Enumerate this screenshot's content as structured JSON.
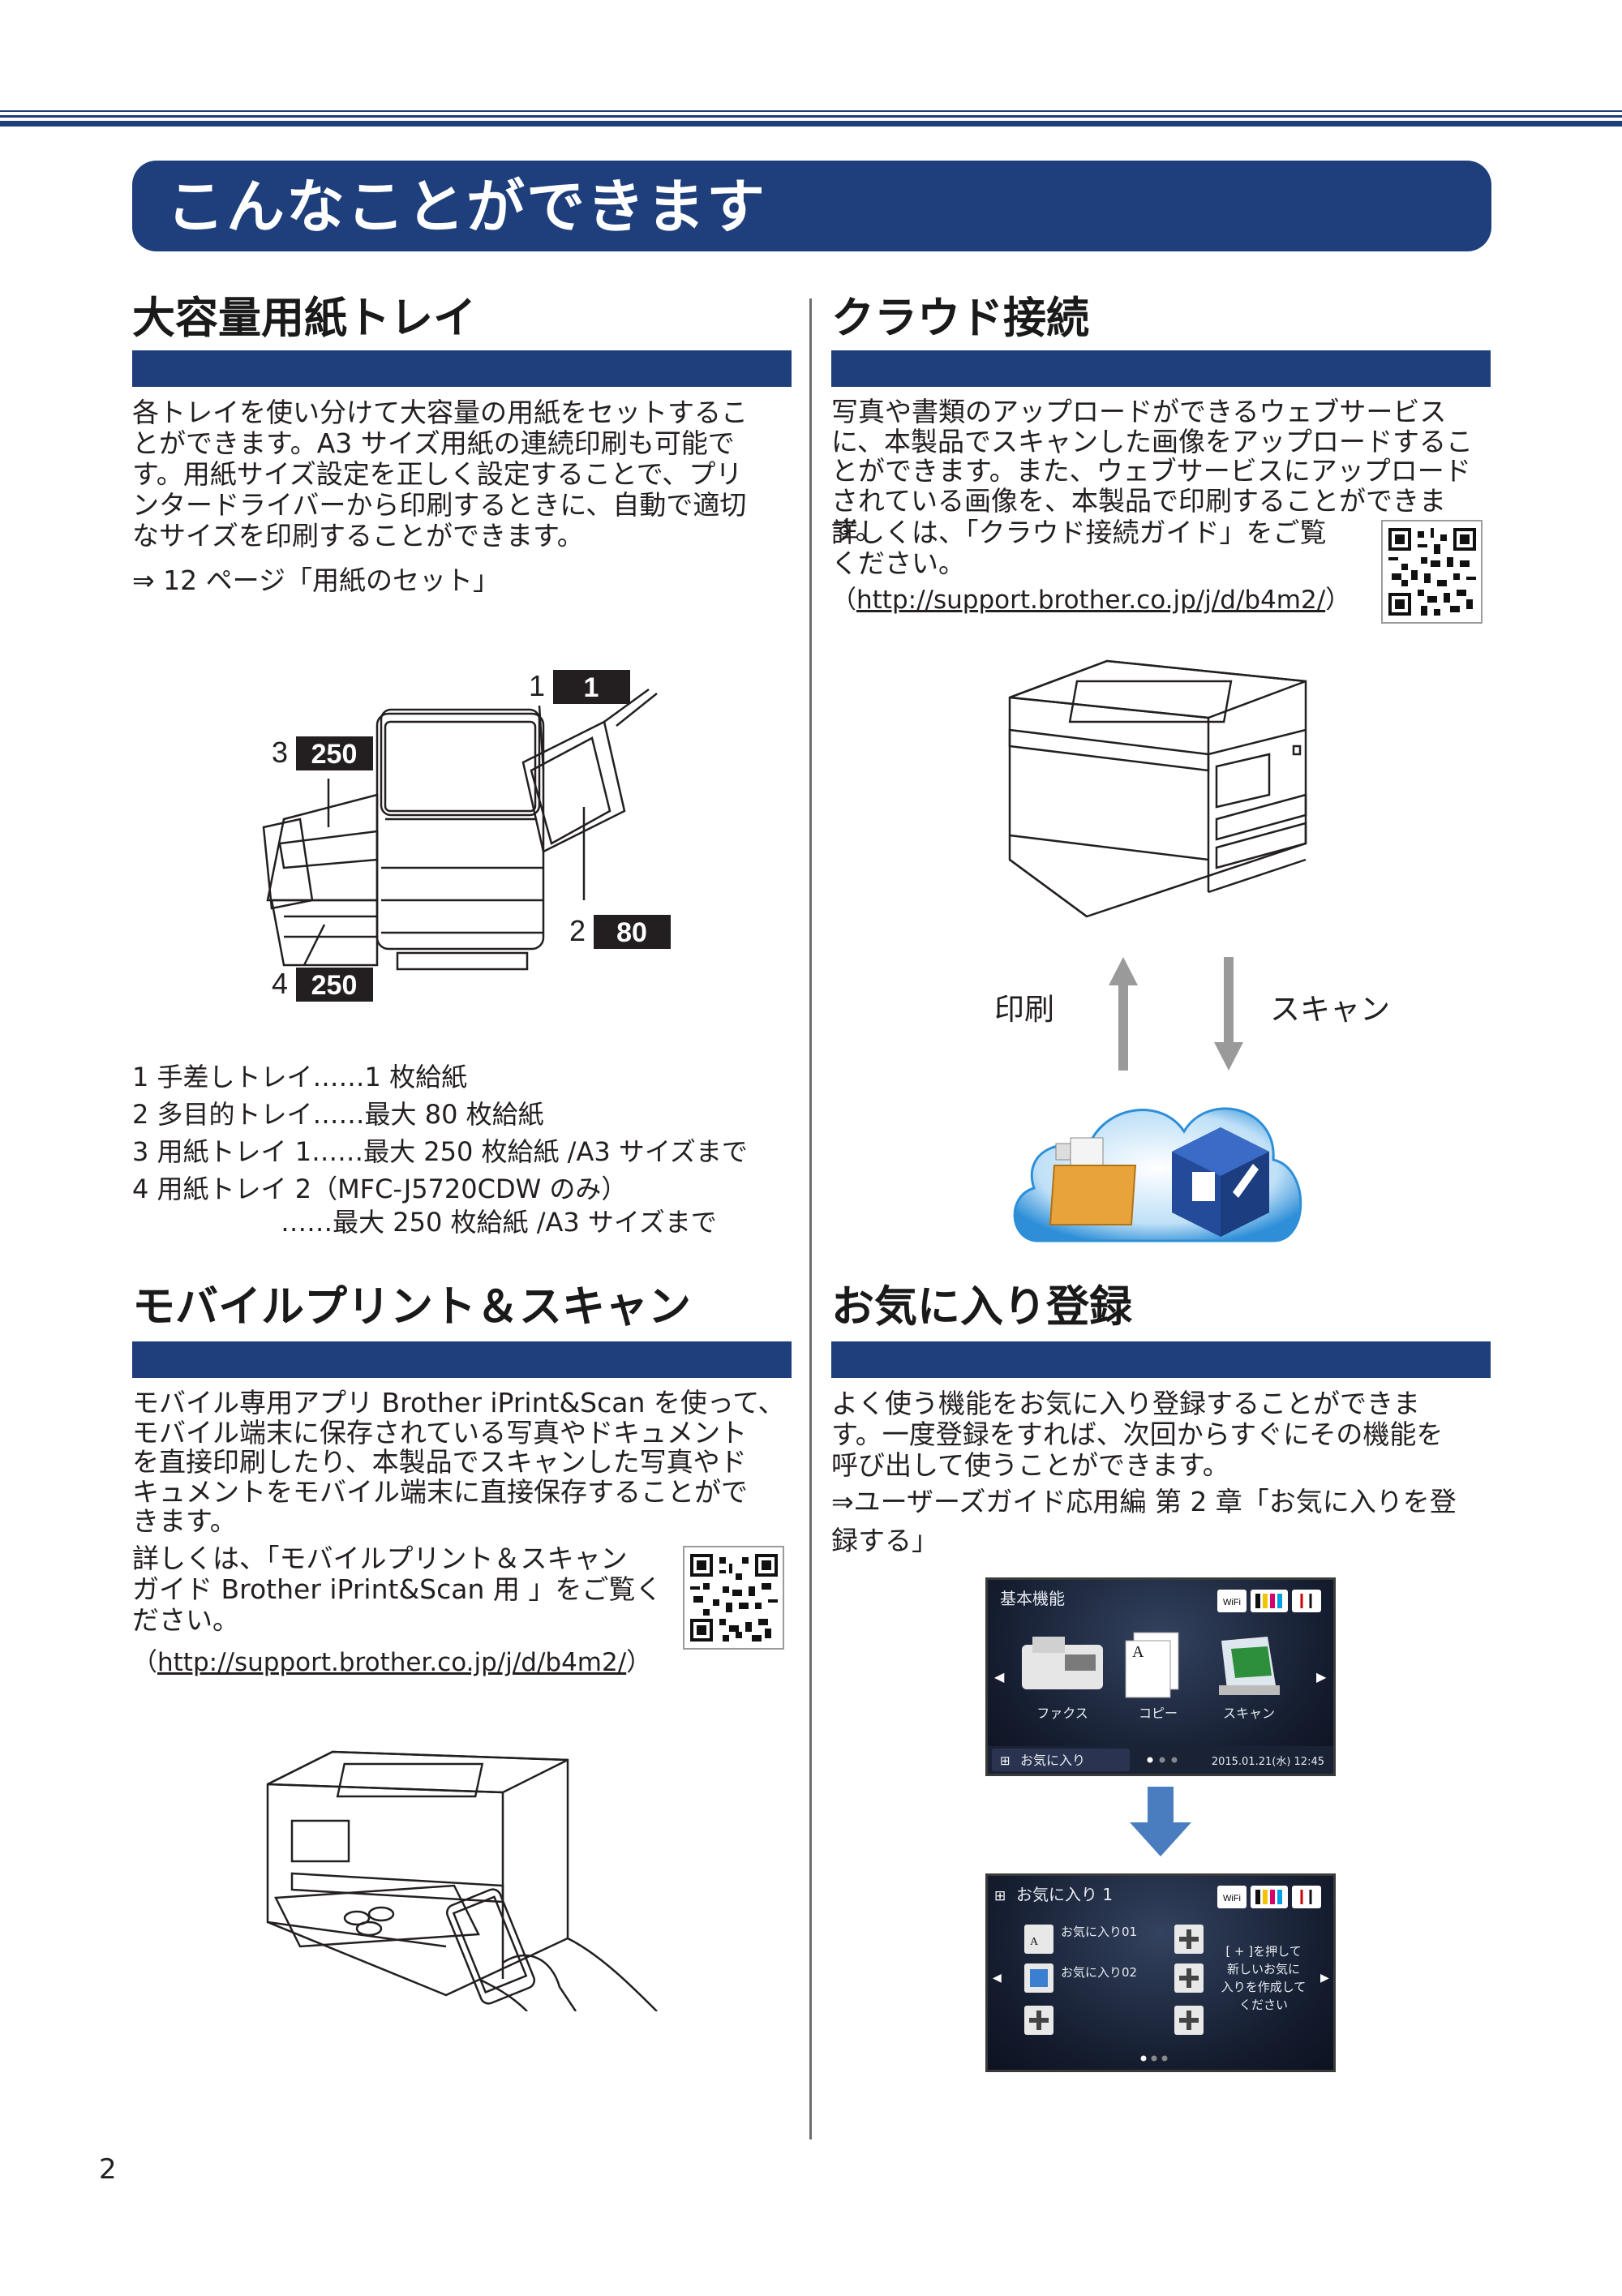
{
  "page": {
    "banner_title": "こんなことができます",
    "page_number": "2"
  },
  "sections": {
    "paper_tray": {
      "title": "大容量用紙トレイ",
      "body": "各トレイを使い分けて大容量の用紙をセットするこ\nとができます。A3 サイズ用紙の連続印刷も可能で\nす。用紙サイズ設定を正しく設定することで、プリ\nンタードライバーから印刷するときに、自動で適切\nなサイズを印刷することができます。",
      "reference": "⇒ 12 ページ「用紙のセット」",
      "callouts": [
        {
          "num": "1",
          "capacity": "1"
        },
        {
          "num": "2",
          "capacity": "80"
        },
        {
          "num": "3",
          "capacity": "250"
        },
        {
          "num": "4",
          "capacity": "250"
        }
      ],
      "tray_list": [
        "1 手差しトレイ……1 枚給紙",
        "2 多目的トレイ……最大 80 枚給紙",
        "3 用紙トレイ 1……最大 250 枚給紙 /A3 サイズまで",
        "4 用紙トレイ 2（MFC-J5720CDW のみ）",
        "                  ……最大 250 枚給紙 /A3 サイズまで"
      ]
    },
    "cloud": {
      "title": "クラウド接続",
      "body": "写真や書類のアップロードができるウェブサービス\nに、本製品でスキャンした画像をアップロードするこ\nとができます。また、ウェブサービスにアップロード\nされている画像を、本製品で印刷することができます。",
      "detail": "詳しくは、「クラウド接続ガイド」をご覧\nください。",
      "link_prefix": "（",
      "link": "http://support.brother.co.jp/j/d/b4m2/",
      "link_suffix": "）",
      "label_print": "印刷",
      "label_scan": "スキャン"
    },
    "mobile": {
      "title": "モバイルプリント＆スキャン",
      "body": "モバイル専用アプリ Brother iPrint&Scan を使って、\nモバイル端末に保存されている写真やドキュメント\nを直接印刷したり、本製品でスキャンした写真やド\nキュメントをモバイル端末に直接保存することがで\nきます。",
      "detail": "詳しくは、「モバイルプリント＆スキャン\nガイド Brother iPrint&Scan 用 」をご覧く\nださい。",
      "link_prefix": "（",
      "link": "http://support.brother.co.jp/j/d/b4m2/",
      "link_suffix": "）"
    },
    "favorites": {
      "title": "お気に入り登録",
      "body": "よく使う機能をお気に入り登録することができま\nす。一度登録をすれば、次回からすぐにその機能を\n呼び出して使うことができます。",
      "reference": "⇒ユーザーズガイド応用編 第 2 章「お気に入りを登\n録する」",
      "screen1": {
        "title": "基本機能",
        "wifi": "WiFi",
        "fax": "ファクス",
        "copy": "コピー",
        "scan": "スキャン",
        "favorites_btn": "お気に入り",
        "datetime": "2015.01.21(水)  12:45"
      },
      "screen2": {
        "title": "お気に入り 1",
        "wifi": "WiFi",
        "fav1": "お気に入り01",
        "fav2": "お気に入り02",
        "hint_line1": "[ + ]を押して",
        "hint_line2": "新しいお気に",
        "hint_line3": "入りを作成して",
        "hint_line4": "ください"
      }
    }
  },
  "colors": {
    "brand_blue": "#1e3f7c",
    "arrow_blue": "#4a7cc0",
    "cloud_blue": "#2e8fd8"
  }
}
